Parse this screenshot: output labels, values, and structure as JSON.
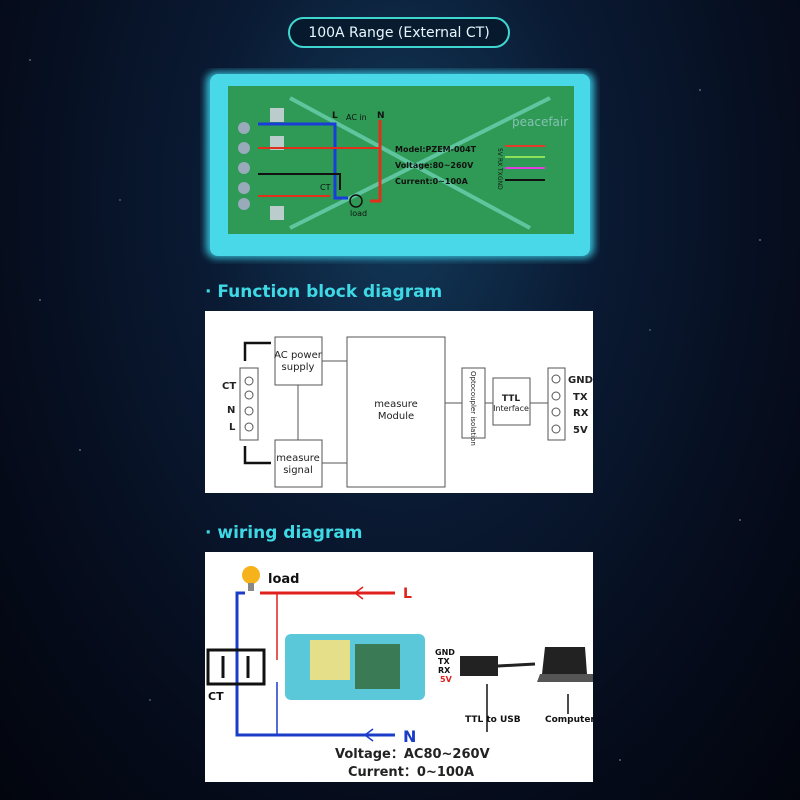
{
  "title": "100A Range (External CT)",
  "device": {
    "brand": "peacefair",
    "terminals": {
      "live": "L",
      "ac_in": "AC in",
      "neutral": "N",
      "ct": "CT",
      "load": "load"
    },
    "model": "Model:PZEM-004T",
    "voltage": "Voltage:80~260V",
    "current": "Current:0~100A",
    "pins": [
      "5V",
      "RX",
      "TX",
      "GND"
    ],
    "pin_colors": [
      "#e53b2a",
      "#8de05a",
      "#e040e0",
      "#111111"
    ]
  },
  "function_block": {
    "heading": "· Function block diagram",
    "terminals": [
      "CT",
      "N",
      "L"
    ],
    "ac_power_supply": [
      "AC power",
      "supply"
    ],
    "measure_signal": [
      "measure",
      "signal"
    ],
    "measure_module": [
      "measure",
      "Module"
    ],
    "optocoupler": "Optocoupler isolation",
    "ttl": [
      "TTL",
      "Interface"
    ],
    "outputs": [
      "GND",
      "TX",
      "RX",
      "5V"
    ]
  },
  "wiring": {
    "heading": "· wiring diagram",
    "load": "load",
    "live": "L",
    "neutral": "N",
    "ct": "CT",
    "pins": [
      "GND",
      "TX",
      "RX",
      "5V"
    ],
    "ttl_to_usb": "TTL to USB",
    "computer": "Computer",
    "voltage": "Voltage：AC80~260V",
    "current": "Current：0~100A"
  },
  "colors": {
    "accent": "#3fd9e6",
    "live": "#e0201c",
    "neutral": "#1a3cc8"
  }
}
